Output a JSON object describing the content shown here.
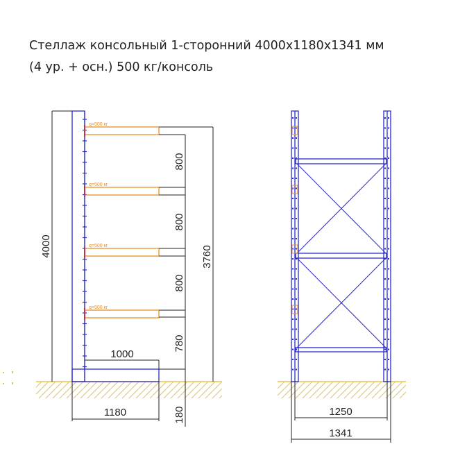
{
  "title": {
    "line1": "Стеллаж консольный 1-сторонний 4000x1180x1341 мм",
    "line2": "(4 ур. + осн.) 500 кг/консоль"
  },
  "side_view": {
    "load_labels": [
      "q=500 кг",
      "q=500 кг",
      "q=500 кг",
      "q=500 кг"
    ],
    "height_total": "4000",
    "height_top_arm": "3760",
    "level_spacings": [
      "800",
      "800",
      "800",
      "780"
    ],
    "base_height": "180",
    "arm_length": "1000",
    "base_depth": "1180"
  },
  "front_view": {
    "inner_width": "1250",
    "outer_width": "1341"
  },
  "colors": {
    "frame": "#2a2acc",
    "arm": "#e8902a",
    "ground": "#e8c24a",
    "dimension": "#222222"
  }
}
